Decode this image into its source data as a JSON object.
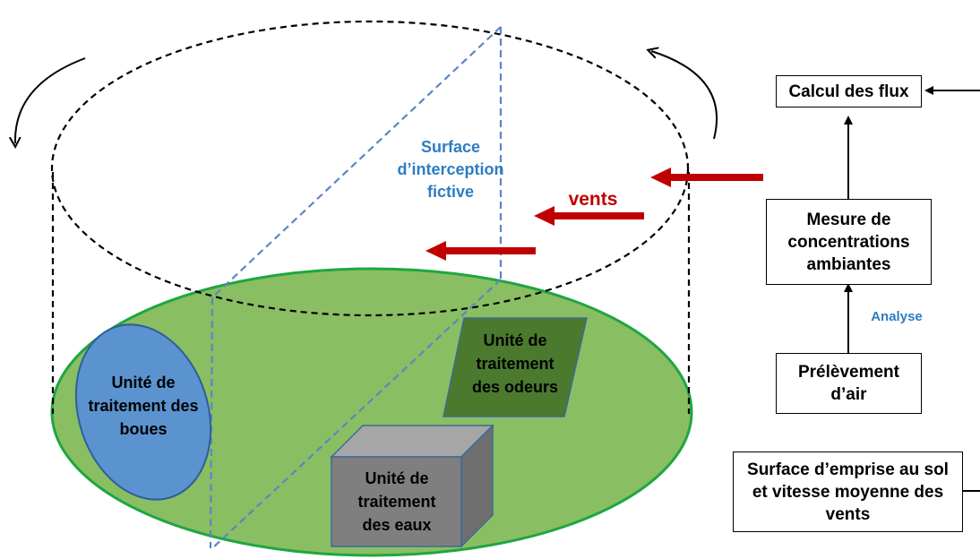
{
  "diagram": {
    "surface_label": "Surface\nd’interception\nfictive",
    "wind_label": "vents",
    "unit_sludge": "Unité de\ntraitement des\nboues",
    "unit_odor": "Unité de\ntraitement\ndes odeurs",
    "unit_water": "Unité de\ntraitement\ndes eaux"
  },
  "flow": {
    "calc": "Calcul des flux",
    "measure": "Mesure de\nconcentrations\nambiantes",
    "analysis": "Analyse",
    "sampling": "Prélèvement\nd’air",
    "surface": "Surface d’emprise au sol\net vitesse moyenne des\nvents"
  },
  "colors": {
    "ground": "#8ABE63",
    "ground_stroke": "#1FA642",
    "sludge": "#5A93D0",
    "odor": "#4B7A2E",
    "water": "#7F7F7F",
    "wind": "#C00000",
    "blue_text": "#2E7CC2"
  }
}
